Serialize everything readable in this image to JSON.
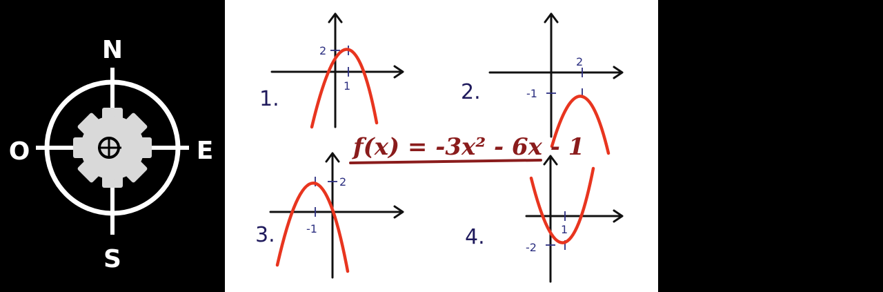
{
  "logo": {
    "north": "N",
    "south": "S",
    "east": "E",
    "west": "O"
  },
  "formula": "f(x) = -3x² - 6x - 1",
  "graphs": [
    {
      "number": "1.",
      "vertex": [
        1,
        2
      ],
      "opens": "down",
      "tick_labels": [
        "2",
        "1"
      ]
    },
    {
      "number": "2.",
      "vertex": [
        2,
        -1
      ],
      "opens": "down",
      "tick_labels": [
        "2",
        "-1"
      ]
    },
    {
      "number": "3.",
      "vertex": [
        -1,
        2
      ],
      "opens": "down",
      "tick_labels": [
        "2",
        "-1"
      ]
    },
    {
      "number": "4.",
      "vertex": [
        1,
        -2
      ],
      "opens": "up",
      "tick_labels": [
        "1",
        "-2"
      ]
    }
  ],
  "colors": {
    "curve": "#e8351f",
    "formula": "#8a1c1c",
    "labels": "#2b2e80",
    "graph_numbers": "#1f1a5c"
  }
}
